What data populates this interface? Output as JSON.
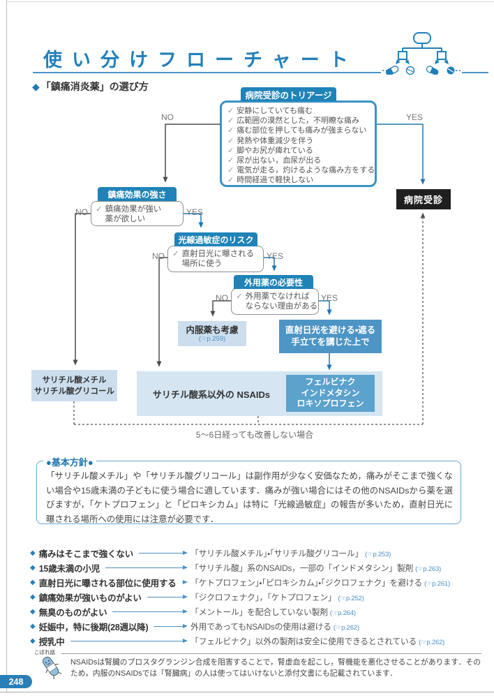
{
  "page": {
    "number": "248",
    "title": "使い分けフローチャート",
    "subtitle_marker": "◆",
    "subtitle": "「鎮痛消炎薬」の選び方"
  },
  "icons": {
    "flowchart_icon": "flowchart-with-pills",
    "capsule_icon": "capsule-character",
    "check": "✓",
    "bullet_marker": "◆"
  },
  "labels": {
    "yes": "YES",
    "no": "NO"
  },
  "flowchart": {
    "triage": {
      "header": "病院受診のトリアージ",
      "items": [
        "安静にしていても痛む",
        "広範囲の漠然とした，不明瞭な痛み",
        "痛む部位を押しても痛みが強まらない",
        "発熱や体重減少を伴う",
        "脚やお尻が痺れている",
        "尿が出ない，血尿が出る",
        "電気が走る，灼けるような痛み方をする",
        "時間経過で軽快しない"
      ]
    },
    "q_strength": {
      "header": "鎮痛効果の強さ",
      "line1": "鎮痛効果が強い",
      "line2": "薬が欲しい"
    },
    "q_photosensitivity": {
      "header": "光線過敏症のリスク",
      "line1": "直射日光に曝される",
      "line2": "場所に使う"
    },
    "q_topical": {
      "header": "外用薬の必要性",
      "line1": "外用薬でなければ",
      "line2": "ならない理由がある"
    },
    "oral": {
      "title": "内服薬も考慮",
      "ref": "(☞p.259)"
    },
    "sun_avoid": {
      "line1": "直射日光を避ける・遮る",
      "line2": "手立てを講じた上で"
    },
    "salicylate": {
      "line1": "サリチル酸メチル",
      "line2": "サリチル酸グリコール"
    },
    "nsaids_other": {
      "label": "サリチル酸系以外の NSAIDs"
    },
    "photosafe": {
      "line1": "フェルビナク",
      "line2": "インドメタシン",
      "line3": "ロキソプロフェン"
    },
    "hospital": {
      "label": "病院受診"
    },
    "caption": "5〜6日経っても改善しない場合"
  },
  "principle": {
    "title": "●基本方針●",
    "text": "「サリチル酸メチル」や「サリチル酸グリコール」は副作用が少なく安価なため，痛みがそこまで強くない場合や15歳未満の子どもに使う場合に適しています．痛みが強い場合にはその他のNSAIDsから薬を選びますが，「ケトプロフェン」と「ピロキシカム」は特に「光線過敏症」の報告が多いため，直射日光に曝される場所への使用には注意が必要です．"
  },
  "recommendations": [
    {
      "condition": "痛みはそこまで強くない",
      "recommendation": "「サリチル酸メチル」・「サリチル酸グリコール」",
      "ref": "(☞p.253)"
    },
    {
      "condition": "15歳未満の小児",
      "recommendation": "「サリチル酸」系のNSAIDs，一部の「インドメタシン」製剤",
      "ref": "(☞p.263)"
    },
    {
      "condition": "直射日光に曝される部位に使用する",
      "recommendation": "「ケトプロフェン」・「ピロキシカム」・「ジクロフェナク」を避ける",
      "ref": "(☞p.261)"
    },
    {
      "condition": "鎮痛効果が強いものがよい",
      "recommendation": "「ジクロフェナク」，「ケトプロフェン」",
      "ref": "(☞p.252)"
    },
    {
      "condition": "無臭のものがよい",
      "recommendation": "「メントール」を配合していない製剤",
      "ref": "(☞p.264)"
    },
    {
      "condition": "妊娠中，特に後期(28週以降)",
      "recommendation": "外用であってもNSAIDsの使用は避ける",
      "ref": "(☞p.262)"
    },
    {
      "condition": "授乳中",
      "recommendation": "「フェルビナク」以外の製剤は安全に使用できるとされている",
      "ref": "(☞p.262)"
    }
  ],
  "footnote": {
    "label": "こぼれ話",
    "text": "NSAIDsは腎臓のプロスタグランジン合成を阻害することで，腎虚血を起こし，腎機能を悪化させることがあります．そのため，内服のNSAIDsでは「腎臓病」の人は使ってはいけないと添付文書にも記載されています．"
  },
  "colors": {
    "accent_blue": "#1f83b8",
    "light_blue": "#ccdeee",
    "mid_blue": "#4d95c5",
    "mid_blue_2": "#5ba2cd",
    "hospital_black": "#1f1f1f",
    "arrow_gray": "#4d4d4d",
    "arrow_blue": "#2176ae",
    "ref_blue": "#4a90c8"
  }
}
